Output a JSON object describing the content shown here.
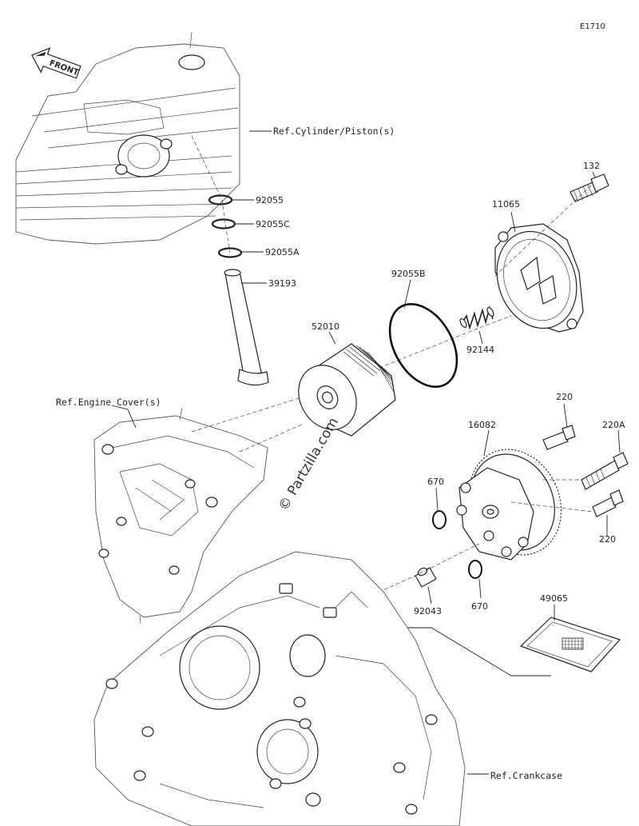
{
  "diagram_code": "E1710",
  "front_label": "FRONT",
  "watermark": "© Partzilla.com",
  "refs": {
    "cylinder": "Ref.Cylinder/Piston(s)",
    "engine_cover": "Ref.Engine Cover(s)",
    "crankcase": "Ref.Crankcase"
  },
  "parts": {
    "p92055": "92055",
    "p92055C": "92055C",
    "p92055A": "92055A",
    "p39193": "39193",
    "p52010": "52010",
    "p92055B": "92055B",
    "p11065": "11065",
    "p132": "132",
    "p92144": "92144",
    "p16082": "16082",
    "p220_top": "220",
    "p220A": "220A",
    "p220_bottom": "220",
    "p670_left": "670",
    "p670_right": "670",
    "p92043": "92043",
    "p49065": "49065"
  }
}
